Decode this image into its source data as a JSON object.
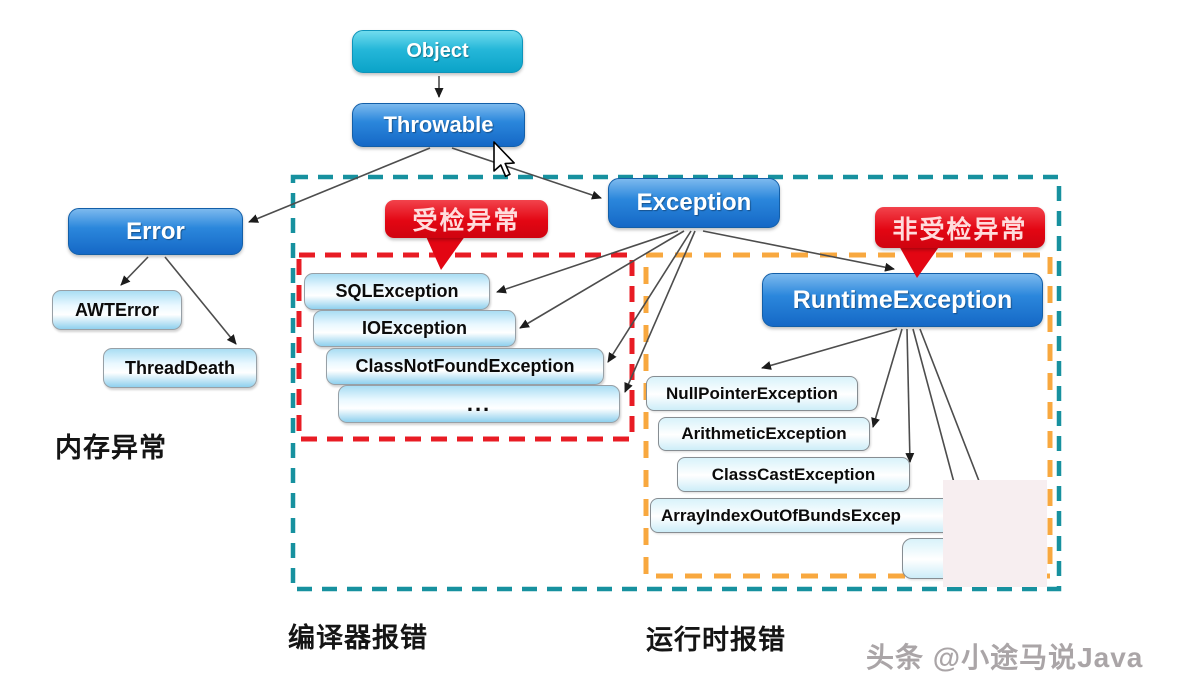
{
  "diagram": {
    "nodes": {
      "object": "Object",
      "throwable": "Throwable",
      "error": "Error",
      "awt_error": "AWTError",
      "thread_death": "ThreadDeath",
      "exception": "Exception",
      "runtime_exception": "RuntimeException",
      "sql_exception": "SQLException",
      "io_exception": "IOException",
      "class_not_found_exception": "ClassNotFoundException",
      "checked_ellipsis": "...",
      "null_pointer_exception": "NullPointerException",
      "arithmetic_exception": "ArithmeticException",
      "class_cast_exception": "ClassCastException",
      "array_index_exception": "ArrayIndexOutOfBundsExcep"
    },
    "callouts": {
      "checked": "受检异常",
      "unchecked": "非受检异常"
    },
    "captions": {
      "memory": "内存异常",
      "compiler": "编译器报错",
      "runtime": "运行时报错"
    },
    "watermark": "头条 @小途马说Java",
    "colors": {
      "node_blue": "#2b87dc",
      "node_cyan": "#25b7d9",
      "callout_red": "#e30613",
      "checked_border": "#e81c24",
      "unchecked_border": "#f8a83f",
      "outer_border": "#17919f"
    }
  }
}
